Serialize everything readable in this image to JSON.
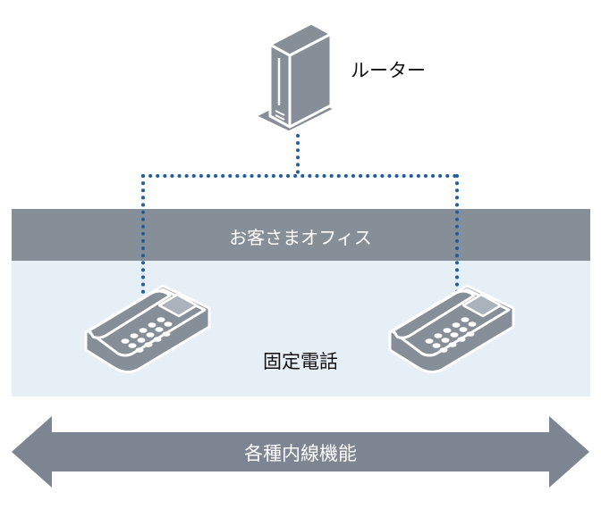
{
  "router": {
    "label": "ルーター"
  },
  "office": {
    "label": "お客さまオフィス"
  },
  "phones": {
    "label": "固定電話"
  },
  "features": {
    "label": "各種内線機能"
  },
  "colors": {
    "band": "#868e98",
    "light_area": "#e6eef6",
    "arrow": "#7c8591",
    "line": "#1f5fa0",
    "device": "#868e98",
    "device_light": "#aab2bb",
    "screen": "#9aa2ab"
  },
  "icons": [
    "router-icon",
    "phone-icon",
    "double-arrow-icon"
  ]
}
